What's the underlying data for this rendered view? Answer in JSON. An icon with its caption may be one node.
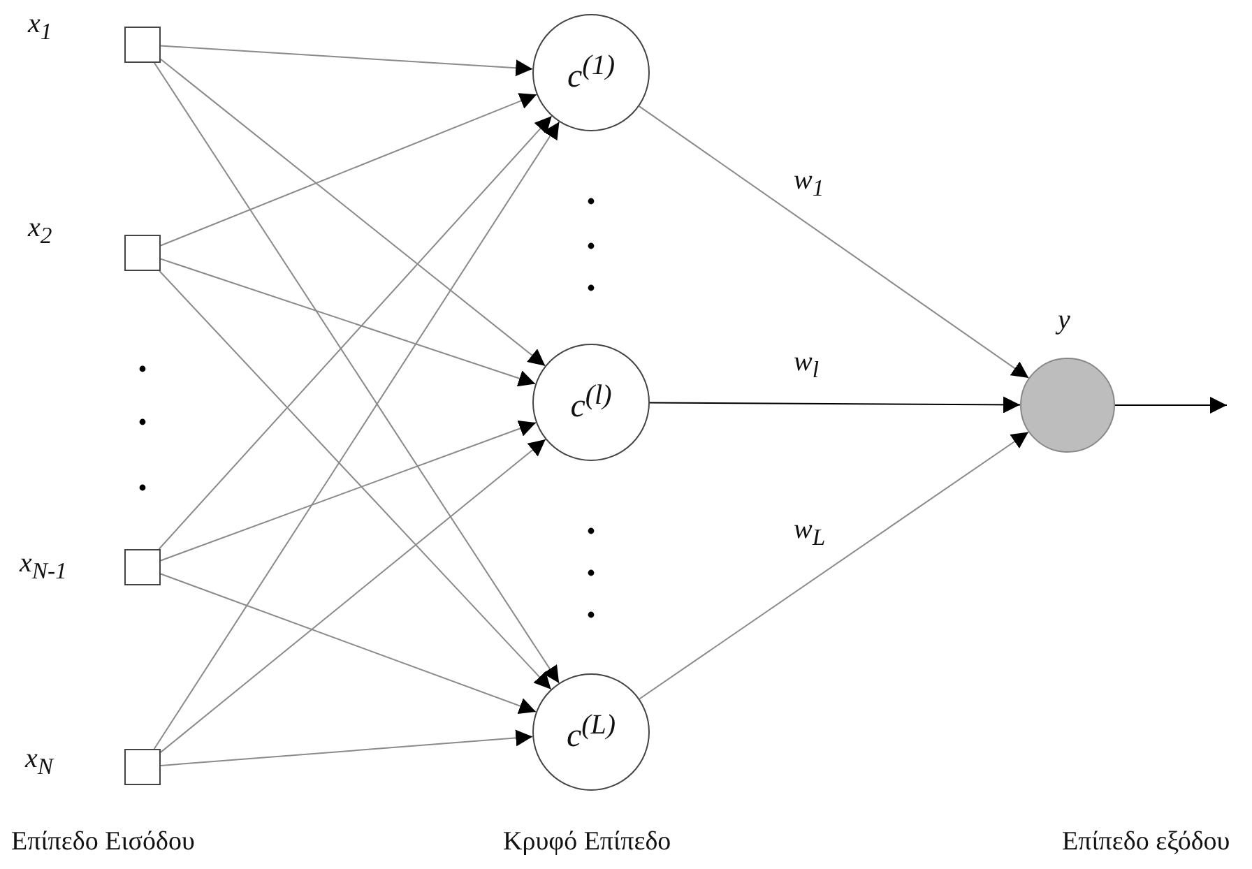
{
  "diagram": {
    "nodes": [
      {
        "text": [],
        "shape": "box",
        "beside": [
          "x$_{1}$"
        ]
      },
      {
        "text": [],
        "shape": "box",
        "beside": [
          "x$_{2}$"
        ]
      },
      {
        "text": [],
        "shape": "box",
        "beside": [
          "x$_{N-1}$"
        ]
      },
      {
        "text": [],
        "shape": "box",
        "beside": [
          "x$_{N}$"
        ]
      },
      {
        "text": [
          "c$^{(1)}$"
        ]
      },
      {
        "text": [
          "c$^{(l)}$"
        ]
      },
      {
        "text": [
          "c$^{(L)}$"
        ]
      },
      {
        "text": [],
        "shape": "circle",
        "beside": [
          "y"
        ]
      }
    ],
    "edges": [
      {
        "from": 0,
        "to": 4,
        "arrow": "to"
      },
      {
        "from": 0,
        "to": 5,
        "arrow": "to"
      },
      {
        "from": 0,
        "to": 6,
        "arrow": "to"
      },
      {
        "from": 1,
        "to": 4,
        "arrow": "to"
      },
      {
        "from": 1,
        "to": 5,
        "arrow": "to"
      },
      {
        "from": 1,
        "to": 6,
        "arrow": "to"
      },
      {
        "from": 2,
        "to": 4,
        "arrow": "to"
      },
      {
        "from": 2,
        "to": 5,
        "arrow": "to"
      },
      {
        "from": 2,
        "to": 6,
        "arrow": "to"
      },
      {
        "from": 3,
        "to": 4,
        "arrow": "to"
      },
      {
        "from": 3,
        "to": 5,
        "arrow": "to"
      },
      {
        "from": 3,
        "to": 6,
        "arrow": "to"
      },
      {
        "from": 4,
        "to": 7,
        "arrow": "to",
        "label": "w$_{1}$"
      },
      {
        "from": 5,
        "to": 7,
        "arrow": "to",
        "label": "w$_{l}$",
        "color": "#000000"
      },
      {
        "from": 6,
        "to": 7,
        "arrow": "to",
        "label": "w$_{L}$"
      },
      {
        "from": 7,
        "to": null,
        "arrow": "to",
        "color": "#000000"
      }
    ],
    "labels": [
      "Επίπεδο Εισόδου",
      "Κρυφό Επίπεδο",
      "Επίπεδο εξόδου"
    ]
  }
}
